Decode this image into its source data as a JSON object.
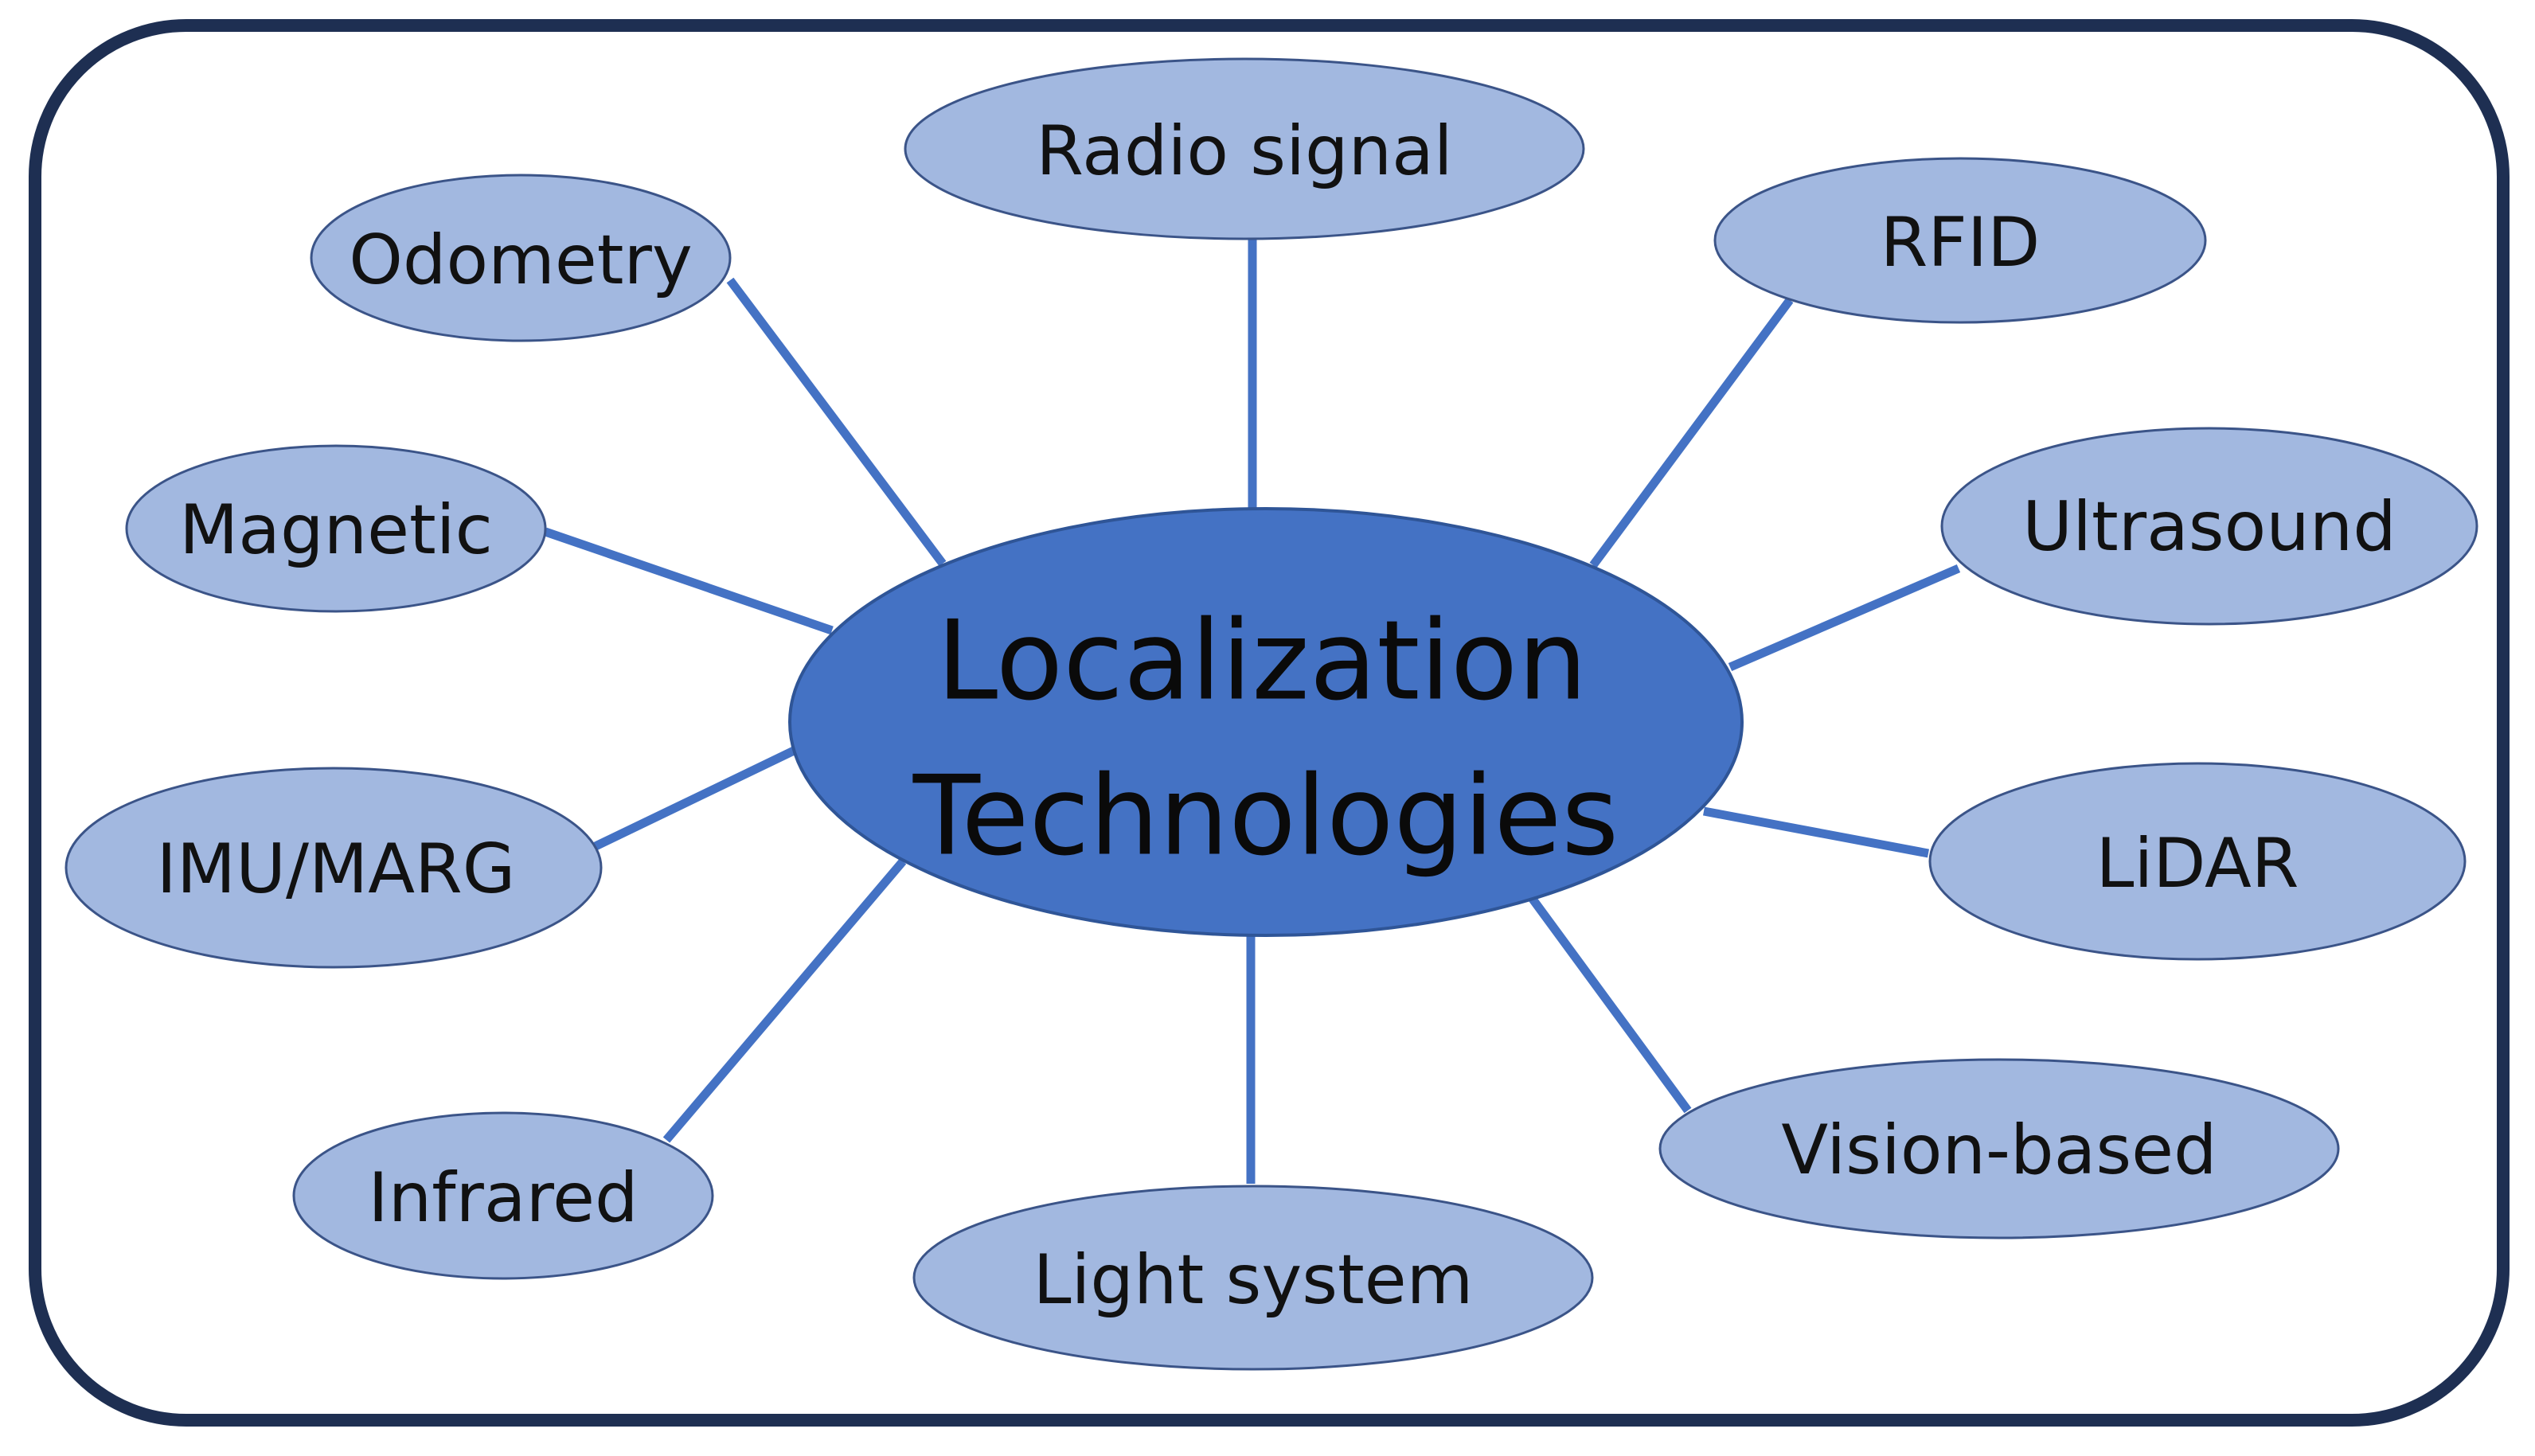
{
  "center": {
    "line1": "Localization",
    "line2": "Technologies"
  },
  "nodes": [
    {
      "id": "radio-signal",
      "label": "Radio signal"
    },
    {
      "id": "rfid",
      "label": "RFID"
    },
    {
      "id": "ultrasound",
      "label": "Ultrasound"
    },
    {
      "id": "lidar",
      "label": "LiDAR"
    },
    {
      "id": "vision-based",
      "label": "Vision-based"
    },
    {
      "id": "light-system",
      "label": "Light system"
    },
    {
      "id": "infrared",
      "label": "Infrared"
    },
    {
      "id": "imu-marg",
      "label": "IMU/MARG"
    },
    {
      "id": "magnetic",
      "label": "Magnetic"
    },
    {
      "id": "odometry",
      "label": "Odometry"
    }
  ],
  "colors": {
    "frame": "#1e2f52",
    "center_fill": "#4472c4",
    "node_fill": "#a2b8e0",
    "connector": "#4472c4"
  }
}
